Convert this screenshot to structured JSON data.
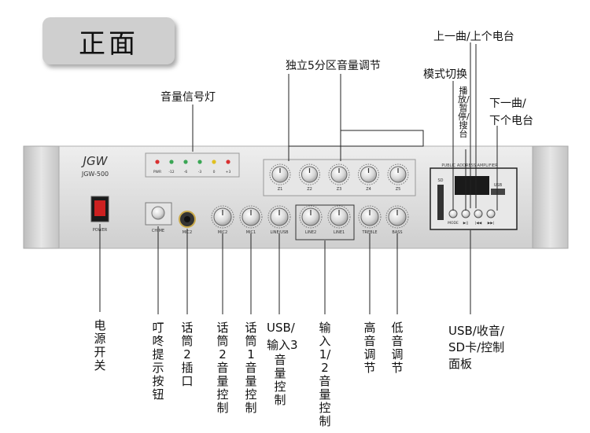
{
  "face_label": "正面",
  "brand": {
    "logo": "JGW",
    "model": "JGW-500"
  },
  "panel": {
    "power_label": "POWER",
    "chime_label": "CHIME",
    "mic2_jack_label": "MIC2",
    "knobs": [
      "MIC2",
      "MIC1",
      "LINE/USB",
      "LINE2",
      "LINE1",
      "TREBLE",
      "BASS"
    ],
    "leds": [
      "PWR",
      "-12",
      "-6",
      "-3",
      "0",
      "+3"
    ],
    "zone_knobs": [
      "Z1",
      "Z2",
      "Z3",
      "Z4",
      "Z5"
    ],
    "module_title": "PUBLIC ADDRESS AMPLIFIER",
    "module_buttons": [
      "MODE",
      "▶||",
      "|◀◀",
      "▶▶|"
    ],
    "usb_label": "USB",
    "sd_label": "SD"
  },
  "top_labels": {
    "signal_led": "音量信号灯",
    "zone_volume": "独立5分区音量调节",
    "prev": "上一曲/上个电台",
    "mode": "模式切换",
    "play": "播放/暂停/搜台",
    "next_l1": "下一曲/",
    "next_l2": "下个电台"
  },
  "bottom_labels": {
    "power": "电源开关",
    "chime": "叮咚提示按钮",
    "mic2_jack": "话筒2插口",
    "mic2_vol": "话筒2音量控制",
    "mic1_vol": "话筒1音量控制",
    "usb_in3_l1": "USB/",
    "usb_in3_l2": "输入3",
    "usb_in3_vol": "音量控制",
    "in12_vol": "输入1/2音量控制",
    "treble": "高音调节",
    "bass": "低音调节",
    "module_l1": "USB/收音/",
    "module_l2": "SD卡/控制",
    "module_l3": "面板"
  },
  "colors": {
    "panel": "#d9d9d9",
    "text": "#111111",
    "accent": "#d0312d",
    "led_green": "#3aa655",
    "led_red": "#d83030",
    "led_yellow": "#e0c020"
  }
}
